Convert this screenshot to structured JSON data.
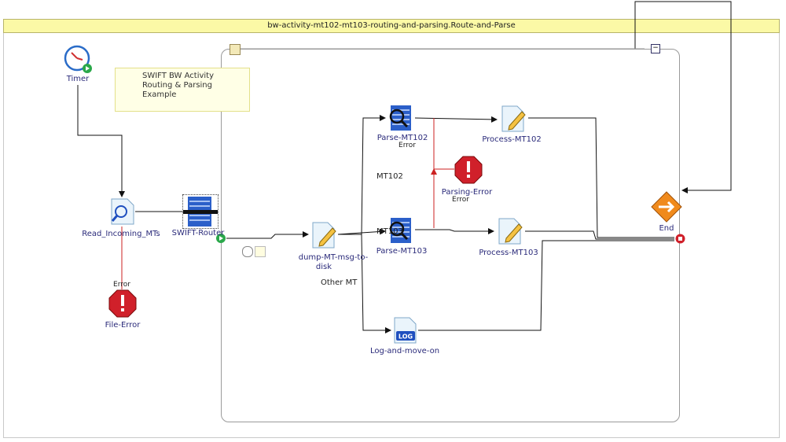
{
  "process_title": "bw-activity-mt102-mt103-routing-and-parsing.Route-and-Parse",
  "note": {
    "lines": [
      "SWIFT BW Activity",
      "Routing & Parsing",
      "Example"
    ]
  },
  "nodes": {
    "timer": "Timer",
    "read_incoming": "Read_Incoming_MTs",
    "swift_router": "SWIFT-Router",
    "file_error": "File-Error",
    "dump": [
      "dump-MT-msg-to-",
      "disk"
    ],
    "parse_mt102": "Parse-MT102",
    "parse_mt103": "Parse-MT103",
    "process_mt102": "Process-MT102",
    "process_mt103": "Process-MT103",
    "parsing_error": "Parsing-Error",
    "log_move_on": "Log-and-move-on",
    "end": "End"
  },
  "error_labels": {
    "read_error": "Error",
    "parse102_error": "Error",
    "parsing_error_sub": "Error"
  },
  "transition_labels": {
    "mt102": "MT102",
    "mt103": "MT103",
    "other": "Other MT"
  },
  "icons": {
    "log_badge": "LOG"
  },
  "colors": {
    "title_bg": "#fbf9a6",
    "wire": "#111111",
    "error_wire": "#cc2222",
    "error_red": "#d0202a",
    "end_orange": "#f08a1c",
    "blue_icon": "#1f4fbf"
  }
}
